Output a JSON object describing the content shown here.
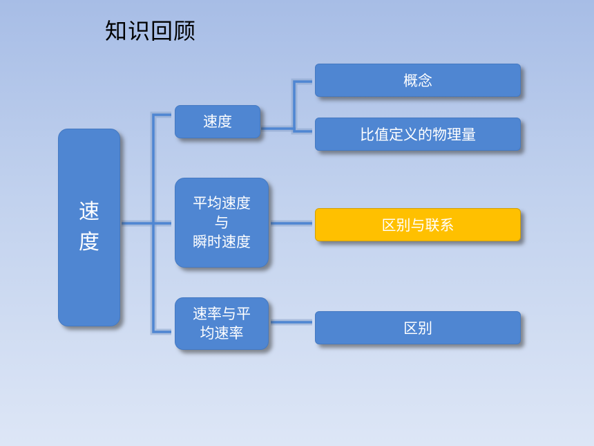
{
  "title": "知识回顾",
  "root": {
    "line1": "速",
    "line2": "度"
  },
  "branches": [
    {
      "lines": [
        "速度"
      ],
      "leaves": [
        "概念",
        "比值定义的物理量"
      ]
    },
    {
      "lines": [
        "平均速度",
        "与",
        "瞬时速度"
      ],
      "leaves": [
        "区别与联系"
      ]
    },
    {
      "lines": [
        "速率与平",
        "均速率"
      ],
      "leaves": [
        "区别"
      ]
    }
  ],
  "colors": {
    "node_fill": "#4f86d2",
    "highlight_fill": "#ffc000",
    "text": "#ffffff"
  }
}
